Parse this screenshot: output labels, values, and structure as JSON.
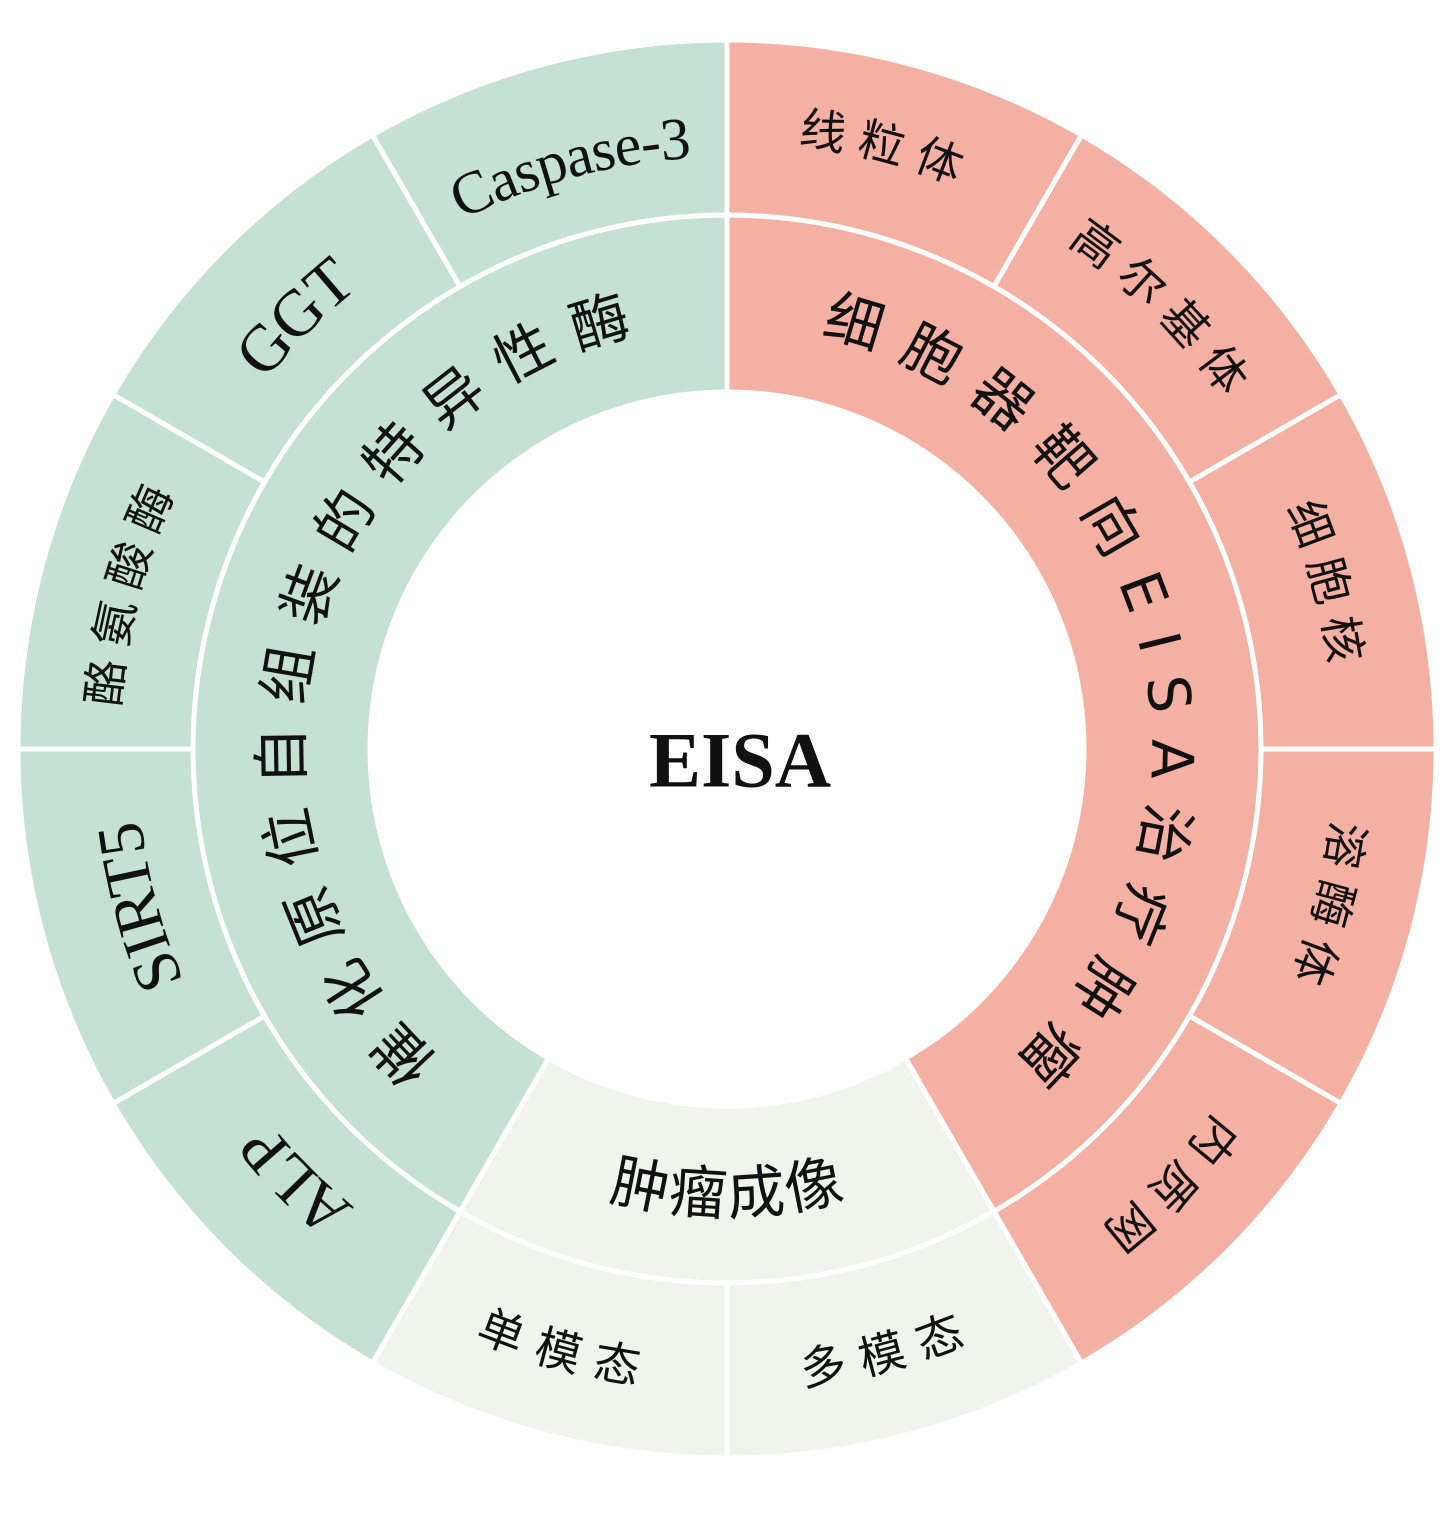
{
  "center_label": "EISA",
  "colors": {
    "green": "#c4e1d3",
    "red": "#f4b0a3",
    "light": "#f1f4ec",
    "divider": "#ffffff"
  },
  "groups": [
    {
      "label": "细胞器靶向EISA治疗肿瘤",
      "color": "red",
      "reversed": false,
      "children": [
        {
          "label": "线粒体",
          "latin": false
        },
        {
          "label": "高尔基体",
          "latin": false
        },
        {
          "label": "细胞核",
          "latin": false
        },
        {
          "label": "溶酶体",
          "latin": false
        },
        {
          "label": "内质网",
          "latin": false
        }
      ]
    },
    {
      "label": "肿瘤成像",
      "color": "light",
      "reversed": true,
      "children": [
        {
          "label": "多模态",
          "latin": false
        },
        {
          "label": "单模态",
          "latin": false
        }
      ]
    },
    {
      "label": "催化原位自组装的特异性酶",
      "color": "green",
      "reversed": false,
      "children": [
        {
          "label": "ALP",
          "latin": true
        },
        {
          "label": "SIRT5",
          "latin": true
        },
        {
          "label": "酪氨酸酶",
          "latin": false
        },
        {
          "label": "GGT",
          "latin": true
        },
        {
          "label": "Caspase-3",
          "latin": true
        }
      ]
    }
  ]
}
